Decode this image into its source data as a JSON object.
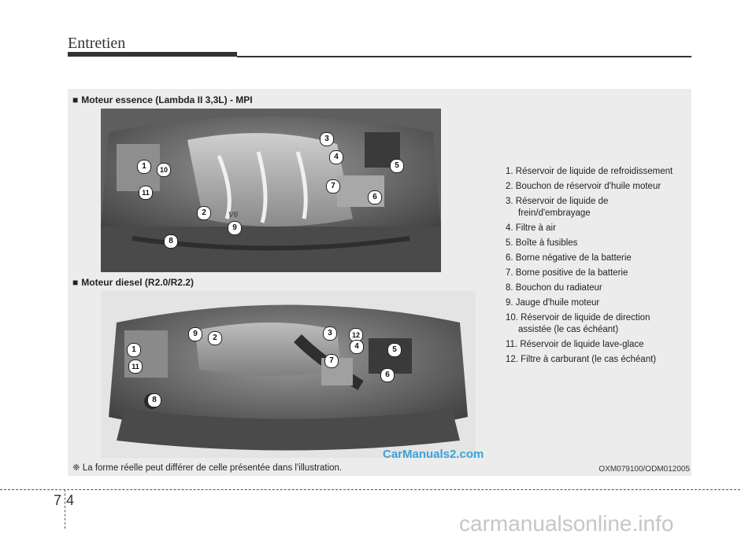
{
  "header": {
    "title": "Entretien"
  },
  "sections": {
    "petrol": {
      "title": "Moteur essence (Lambda II 3,3L) - MPI",
      "marker": "■"
    },
    "diesel": {
      "title": "Moteur diesel (R2.0/R2.2)",
      "marker": "■"
    }
  },
  "legend": {
    "items": [
      {
        "line1": "1. Réservoir de liquide de refroidissement",
        "line2": ""
      },
      {
        "line1": "2. Bouchon de réservoir d'huile moteur",
        "line2": ""
      },
      {
        "line1": "3. Réservoir de liquide de",
        "line2": "frein/d'embrayage"
      },
      {
        "line1": "4. Filtre à air",
        "line2": ""
      },
      {
        "line1": "5. Boîte à fusibles",
        "line2": ""
      },
      {
        "line1": "6. Borne négative de la batterie",
        "line2": ""
      },
      {
        "line1": "7. Borne positive de la batterie",
        "line2": ""
      },
      {
        "line1": "8. Bouchon du radiateur",
        "line2": ""
      },
      {
        "line1": "9. Jauge d'huile moteur",
        "line2": ""
      },
      {
        "line1": "10. Réservoir de liquide de direction",
        "line2": "assistée (le cas échéant)"
      },
      {
        "line1": "11. Réservoir de liquide lave-glace",
        "line2": ""
      },
      {
        "line1": "12. Filtre à carburant (le cas échéant)",
        "line2": ""
      }
    ]
  },
  "petrol_badges": [
    "1",
    "10",
    "11",
    "2",
    "9",
    "8",
    "3",
    "4",
    "5",
    "7",
    "6"
  ],
  "diesel_badges": [
    "1",
    "11",
    "9",
    "2",
    "3",
    "12",
    "4",
    "5",
    "7",
    "6",
    "8"
  ],
  "engine_mark": "V6",
  "note": "❈ La forme réelle peut différer de celle présentée dans l'illustration.",
  "ref_code": "OXM079100/ODM012005",
  "watermark_small": "CarManuals2.com",
  "page": {
    "chapter": "7",
    "number": "4"
  },
  "watermark_large": "carmanualsonline.info"
}
